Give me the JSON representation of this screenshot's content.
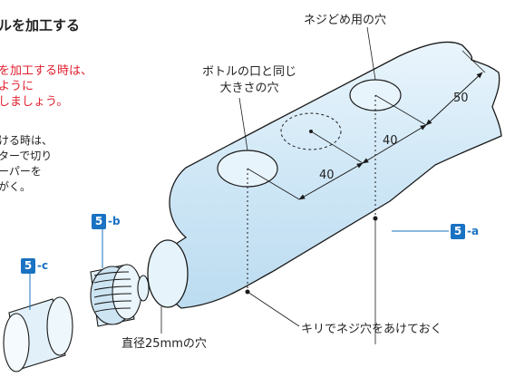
{
  "title": "ルを加工する",
  "caution_lines": [
    "を加工する時は、",
    "ように",
    "しましょう。"
  ],
  "note_lines": [
    "ける時は、",
    "ターで切り",
    "ーパーを",
    "がく。"
  ],
  "labels": {
    "screw_hole": "ネジどめ用の穴",
    "mouth_hole_line1": "ボトルの口と同じ",
    "mouth_hole_line2": "大きさの穴",
    "drill": "キリでネジ穴をあけておく",
    "diameter": "直径25mmの穴"
  },
  "dimensions": {
    "d1": "40",
    "d2": "40",
    "d3": "50"
  },
  "badges": [
    {
      "num": "5",
      "suffix": "-a"
    },
    {
      "num": "5",
      "suffix": "-b"
    },
    {
      "num": "5",
      "suffix": "-c"
    }
  ],
  "colors": {
    "bottle_fill": "#d6ecf8",
    "bottle_stroke": "#1a1a1a",
    "badge": "#1a72c2",
    "caution": "#e02030"
  }
}
